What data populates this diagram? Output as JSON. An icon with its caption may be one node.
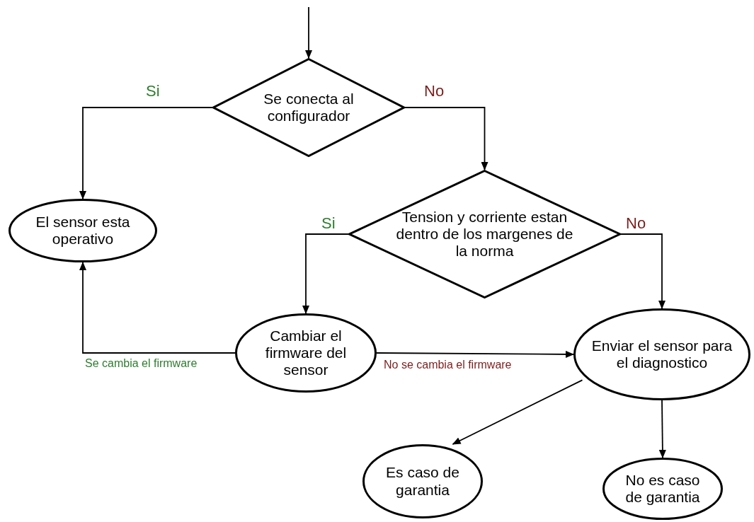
{
  "diagram": {
    "nodes": [
      {
        "text": [
          "Se conecta al configurador"
        ]
      },
      {
        "text": [
          "El sensor esta operativo"
        ]
      },
      {
        "text": [
          "Tension y corriente estan dentro de los margenes de la norma"
        ]
      },
      {
        "text": [
          "Cambiar el firmware del sensor"
        ]
      },
      {
        "text": [
          "Enviar el sensor para el diagnostico"
        ]
      },
      {
        "text": [
          "Es caso de garantia"
        ]
      },
      {
        "text": [
          "No es caso de garantia"
        ]
      }
    ],
    "edges": [
      {
        "from": null,
        "to": 0,
        "arrow": "to"
      },
      {
        "from": 0,
        "to": 1,
        "arrow": "to",
        "label": "Si"
      },
      {
        "from": 0,
        "to": 2,
        "arrow": "to",
        "label": "No"
      },
      {
        "from": 2,
        "to": 3,
        "arrow": "to",
        "label": "Si"
      },
      {
        "from": 2,
        "to": 4,
        "arrow": "to",
        "label": "No"
      },
      {
        "from": 3,
        "to": 1,
        "arrow": "to",
        "label": "Se cambia el firmware"
      },
      {
        "from": 3,
        "to": 4,
        "arrow": "to",
        "label": "No se cambia el firmware"
      },
      {
        "from": 4,
        "to": 5,
        "arrow": "to"
      },
      {
        "from": 4,
        "to": 6,
        "arrow": "to"
      }
    ]
  }
}
